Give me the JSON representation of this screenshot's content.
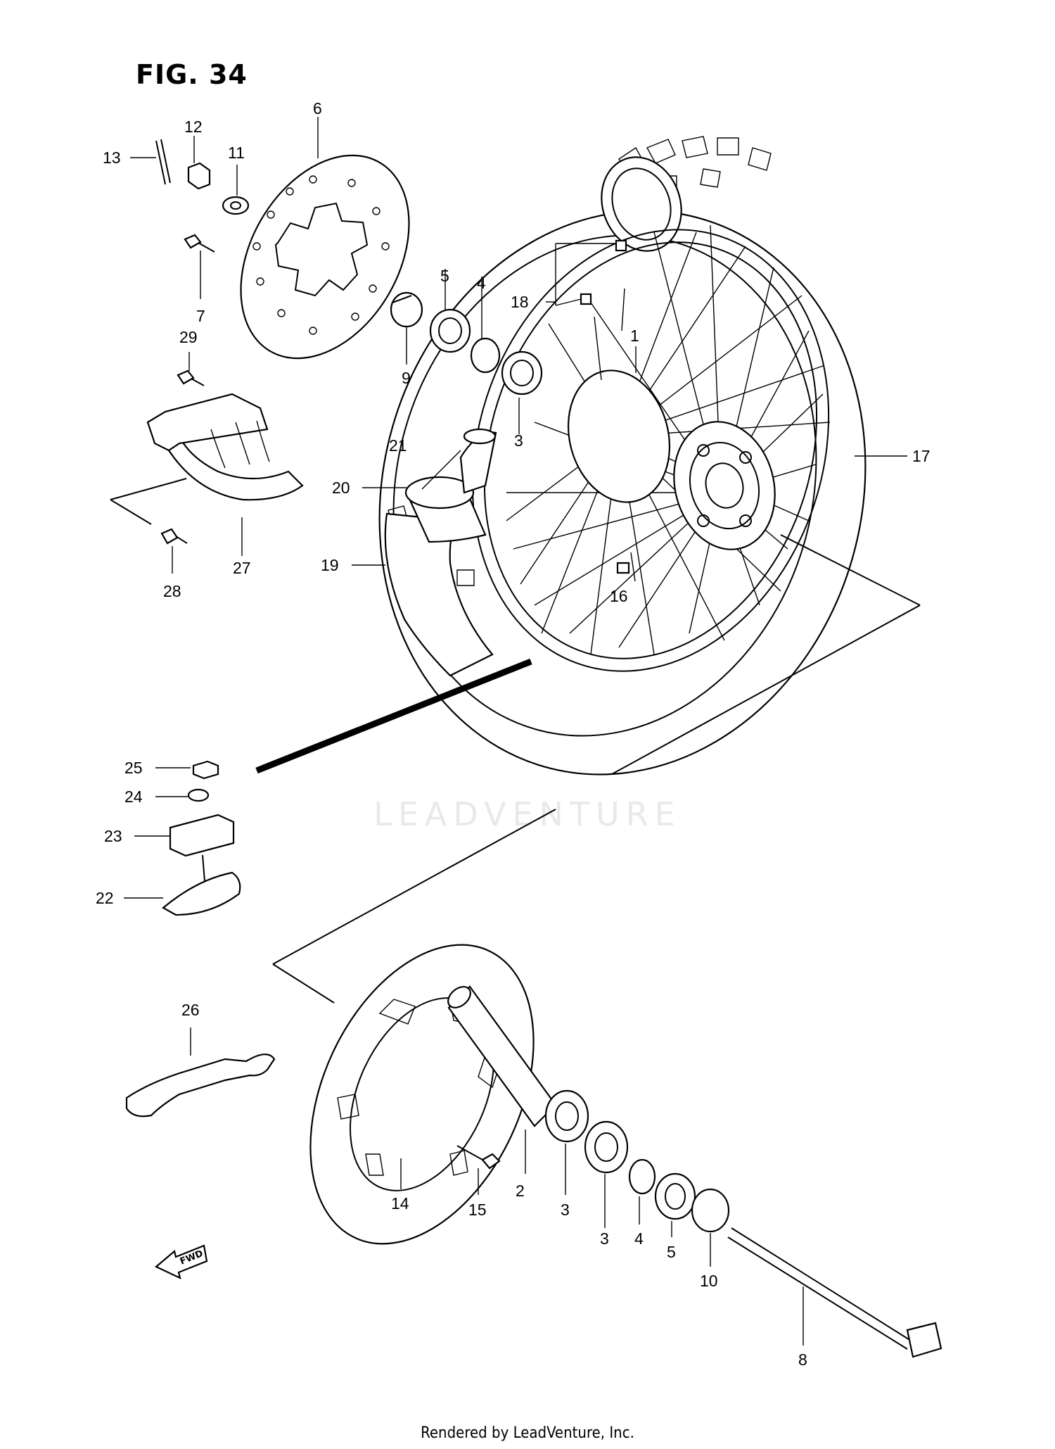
{
  "figure": {
    "title": "FIG. 34",
    "footer": "Rendered by LeadVenture, Inc.",
    "watermark": "LEADVENTURE",
    "fwd_label": "FWD"
  },
  "callouts": {
    "c1": "1",
    "c2": "2",
    "c3a": "3",
    "c3b": "3",
    "c3c": "3",
    "c4a": "4",
    "c4b": "4",
    "c5a": "5",
    "c5b": "5",
    "c6": "6",
    "c7": "7",
    "c8": "8",
    "c9": "9",
    "c10": "10",
    "c11": "11",
    "c12": "12",
    "c13": "13",
    "c14": "14",
    "c15": "15",
    "c16": "16",
    "c17": "17",
    "c18": "18",
    "c19": "19",
    "c20": "20",
    "c21": "21",
    "c22": "22",
    "c23": "23",
    "c24": "24",
    "c25": "25",
    "c26": "26",
    "c27": "27",
    "c28": "28",
    "c29": "29"
  }
}
